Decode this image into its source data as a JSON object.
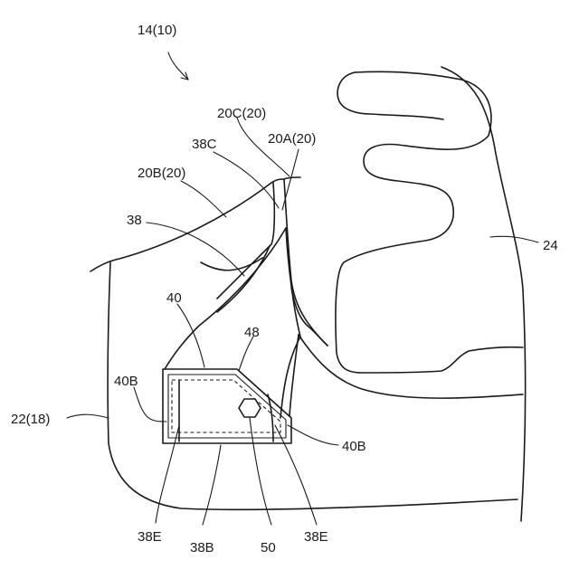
{
  "labels": {
    "fig": "14(10)",
    "l_20C": "20C(20)",
    "l_38C": "38C",
    "l_20A": "20A(20)",
    "l_20B": "20B(20)",
    "l_38": "38",
    "l_24": "24",
    "l_40": "40",
    "l_48": "48",
    "l_40B_left": "40B",
    "l_22": "22(18)",
    "l_40B_right": "40B",
    "l_38E_left": "38E",
    "l_38B": "38B",
    "l_50": "50",
    "l_38E_right": "38E"
  }
}
